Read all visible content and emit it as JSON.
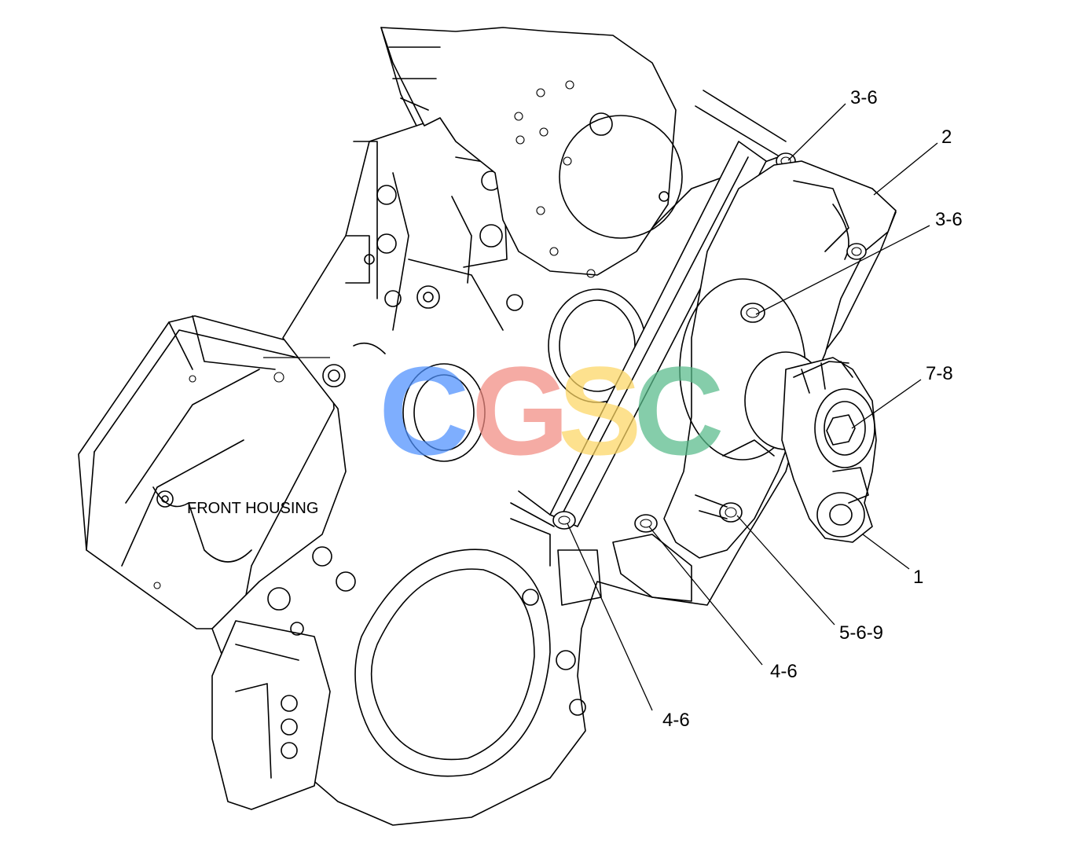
{
  "housing_label": "FRONT HOUSING",
  "callouts": {
    "c1": "3-6",
    "c2": "2",
    "c3": "3-6",
    "c4": "7-8",
    "c5": "1",
    "c6": "5-6-9",
    "c7": "4-6",
    "c8": "4-6"
  },
  "watermark": {
    "letters": [
      "C",
      "G",
      "S",
      "C"
    ],
    "colors": [
      "#4d90fe",
      "#f28b82",
      "#fdd663",
      "#57bb8a"
    ]
  }
}
